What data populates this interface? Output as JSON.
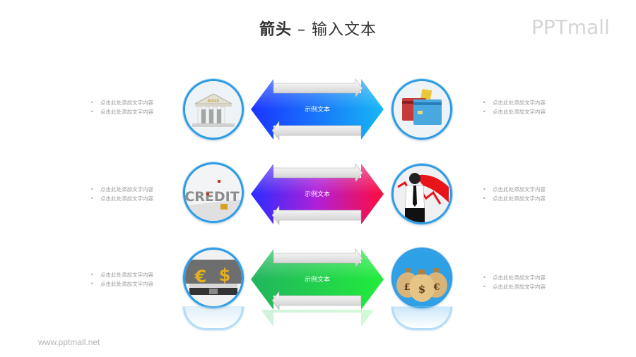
{
  "header": {
    "title_bold": "箭头",
    "title_sep": " – ",
    "title_rest": "输入文本",
    "logo": "PPTmall"
  },
  "footer": {
    "url": "www.pptmall.net"
  },
  "colors": {
    "ring": "#2f9be3",
    "row1_left": "#1a3cff",
    "row1_right": "#1ab0f5",
    "row2_left": "#2a2cff",
    "row2_right": "#ff1040",
    "row3_left": "#1fb860",
    "row3_right": "#1ee840"
  },
  "rows": [
    {
      "left_bullets": [
        "点击此处添加文字内容",
        "点击此处添加文字内容"
      ],
      "right_bullets": [
        "点击此处添加文字内容",
        "点击此处添加文字内容"
      ],
      "arrow_label": "示例文本",
      "left_icon": "bank-icon",
      "right_icon": "credit-cards-icon"
    },
    {
      "left_bullets": [
        "点击此处添加文字内容",
        "点击此处添加文字内容"
      ],
      "right_bullets": [
        "点击此处添加文字内容",
        "点击此处添加文字内容"
      ],
      "arrow_label": "示例文本",
      "left_icon": "credit-letters-icon",
      "right_icon": "businessman-chart-down-icon"
    },
    {
      "left_bullets": [
        "点击此处添加文字内容",
        "点击此处添加文字内容"
      ],
      "right_bullets": [
        "点击此处添加文字内容",
        "点击此处添加文字内容"
      ],
      "arrow_label": "示例文本",
      "left_icon": "euro-dollar-scale-icon",
      "right_icon": "money-bags-icon"
    }
  ]
}
